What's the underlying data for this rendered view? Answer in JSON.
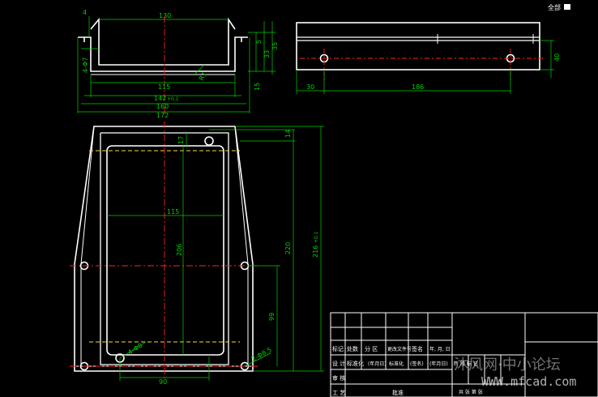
{
  "viewport_tag": "全部",
  "front_view_dims": {
    "d4": "4",
    "d130": "130",
    "d115": "115",
    "d142": "142",
    "d142_tol": "+0.1",
    "d160": "160",
    "d172": "172",
    "d5": "5",
    "d33": "33",
    "d35": "35",
    "d15": "15",
    "r1": "R1",
    "d4_phi": "4-Φ7"
  },
  "side_view_dims": {
    "d30": "30",
    "d186": "186",
    "d40": "40"
  },
  "plan_view_dims": {
    "d14": "14",
    "d17": "17",
    "d115": "115",
    "d206": "206",
    "d220": "220",
    "d216": "216",
    "d216_tol": "+0.1",
    "d99": "99",
    "d90": "90",
    "phi_small": "4-Φ8",
    "phi_big": "2-Φ8.5"
  },
  "title_block": {
    "row_labels": {
      "mark": "标记",
      "count": "处数",
      "zone": "分 区",
      "change_doc": "更改文件号",
      "signature": "签名",
      "date": "年, 月, 日",
      "design": "设 计",
      "standardize": "标准化",
      "sig_date1": "(年月日)",
      "sig_paren": "(签名)",
      "sig_date2": "(年月日)",
      "review": "审 核",
      "process": "工 艺",
      "approve": "批准",
      "stage_mark": "阶 段 标 记",
      "total_sheets": "共 张 第 张"
    }
  },
  "watermark": {
    "line1": "沐风网·中小论坛",
    "line2": "WWW.mfcad.com"
  }
}
